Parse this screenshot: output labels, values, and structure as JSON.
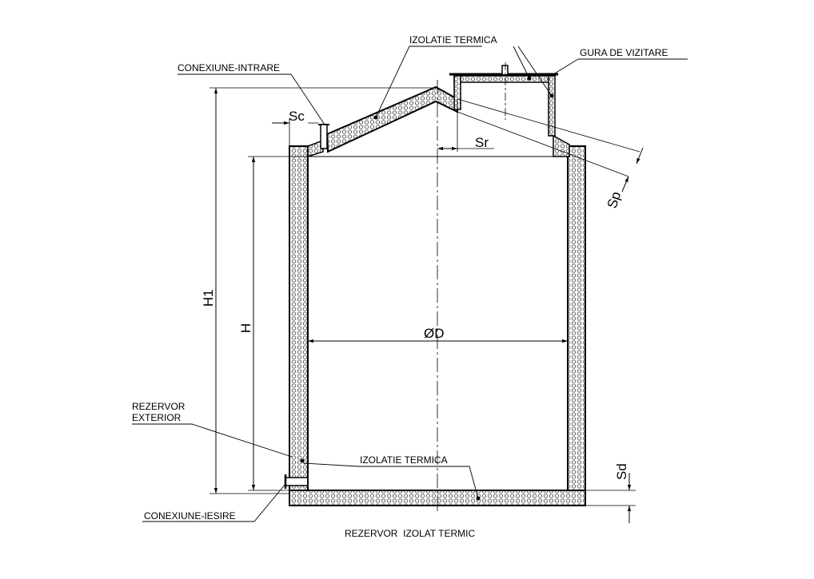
{
  "drawing": {
    "title": "REZERVOR  IZOLAT TERMIC",
    "line_color": "#000000",
    "insulation_pattern": "hexagon-cells"
  },
  "labels": {
    "izolatie_top": "IZOLATIE TERMICA",
    "gura_vizitare": "GURA DE VIZITARE",
    "conexiune_intrare": "CONEXIUNE-INTRARE",
    "rezervor_exterior_line1": "REZERVOR",
    "rezervor_exterior_line2": "EXTERIOR",
    "izolatie_bottom": "IZOLATIE TERMICA",
    "conexiune_iesire": "CONEXIUNE-IESIRE"
  },
  "dimensions": {
    "sc": "Sc",
    "sr": "Sr",
    "sp": "Sp",
    "h1": "H1",
    "h": "H",
    "diameter": "ØD",
    "sd": "Sd"
  }
}
